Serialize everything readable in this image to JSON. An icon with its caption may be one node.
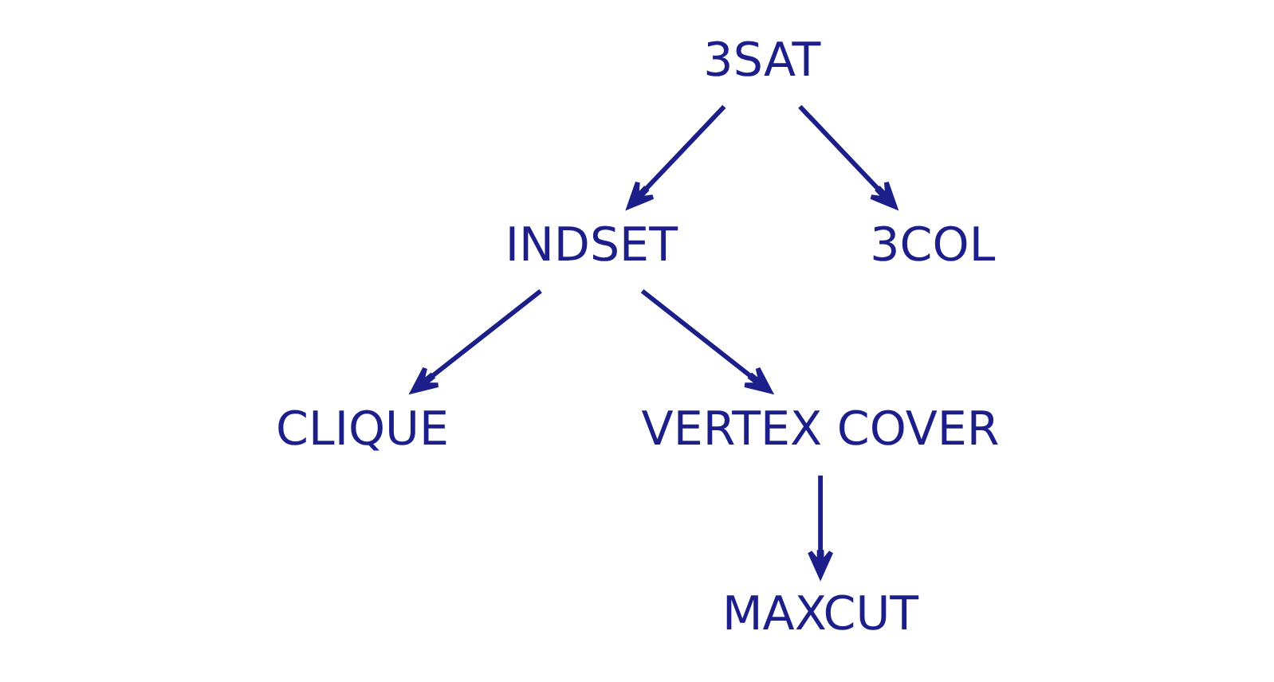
{
  "diagram": {
    "nodes": [
      {
        "text": [
          "3SAT"
        ]
      },
      {
        "text": [
          "INDSET"
        ]
      },
      {
        "text": [
          "3COL"
        ]
      },
      {
        "text": [
          "CLIQUE"
        ]
      },
      {
        "text": [
          "VERTEX COVER"
        ]
      },
      {
        "text": [
          "MAXCUT"
        ]
      }
    ],
    "edges": [
      {
        "from": 0,
        "to": 1,
        "arrow": "to"
      },
      {
        "from": 0,
        "to": 2,
        "arrow": "to"
      },
      {
        "from": 1,
        "to": 3,
        "arrow": "to"
      },
      {
        "from": 1,
        "to": 4,
        "arrow": "to"
      },
      {
        "from": 4,
        "to": 5,
        "arrow": "to"
      }
    ]
  }
}
